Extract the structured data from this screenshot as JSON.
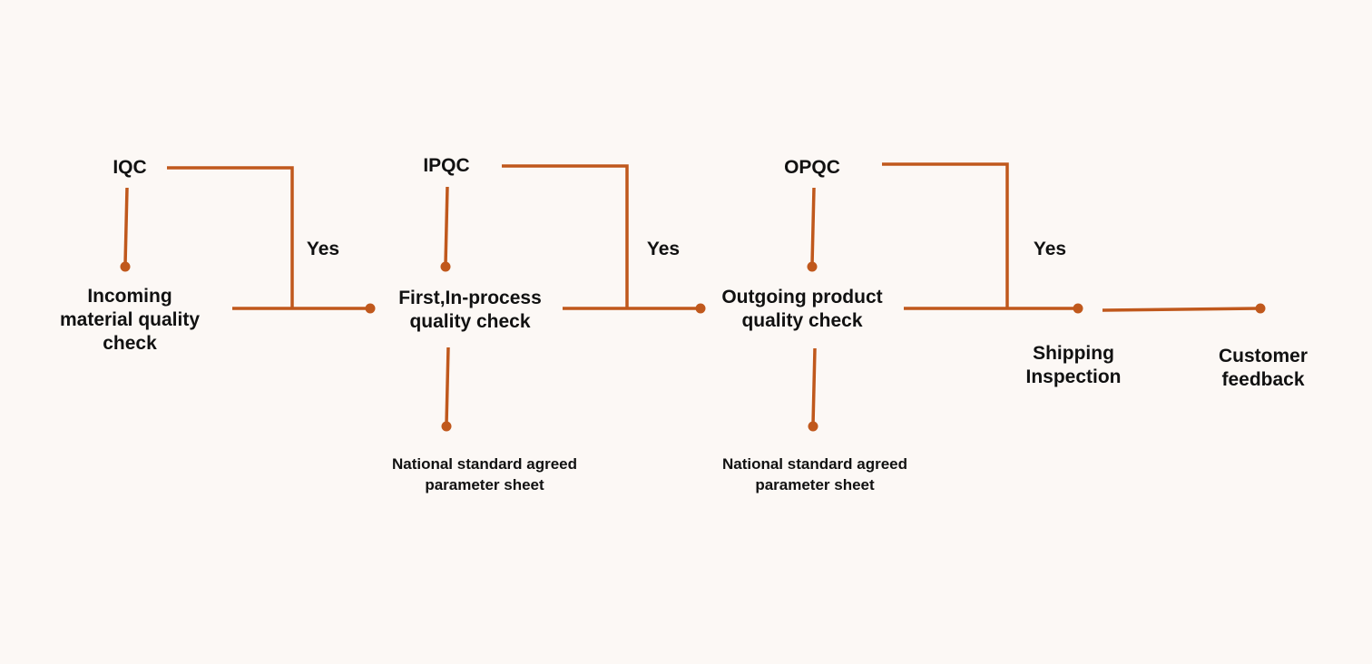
{
  "colors": {
    "background": "#fcf8f5",
    "connector": "#c0581c",
    "text": "#111111"
  },
  "stages": {
    "iqc": {
      "code": "IQC",
      "name_line1": "Incoming",
      "name_line2": "material quality",
      "name_line3": "check"
    },
    "ipqc": {
      "code": "IPQC",
      "name_line1": "First,In-process",
      "name_line2": "quality check",
      "reference_line1": "National standard agreed",
      "reference_line2": "parameter sheet"
    },
    "opqc": {
      "code": "OPQC",
      "name_line1": "Outgoing product",
      "name_line2": "quality check",
      "reference_line1": "National standard agreed",
      "reference_line2": "parameter sheet"
    },
    "shipping": {
      "name_line1": "Shipping",
      "name_line2": "Inspection"
    },
    "feedback": {
      "name_line1": "Customer",
      "name_line2": "feedback"
    }
  },
  "decisions": {
    "iqc_pass": "Yes",
    "ipqc_pass": "Yes",
    "opqc_pass": "Yes"
  }
}
